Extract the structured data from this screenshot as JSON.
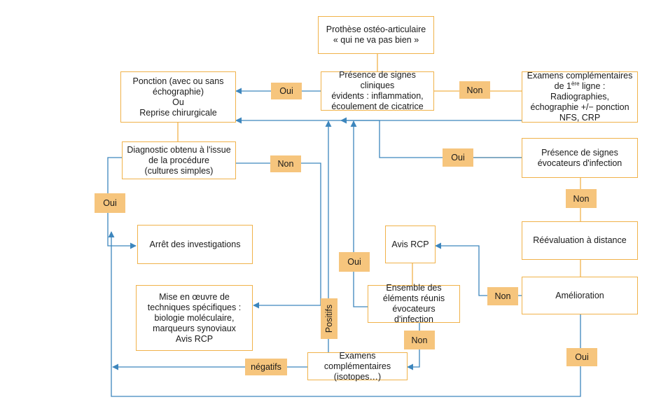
{
  "nodes": {
    "prothese": {
      "lines": [
        "Prothèse ostéo-articulaire",
        "« qui ne va pas bien »"
      ]
    },
    "signes_cliniques": {
      "lines": [
        "Présence de signes cliniques",
        "évidents : inflammation,",
        "écoulement de cicatrice"
      ]
    },
    "ponction": {
      "lines": [
        "Ponction (avec ou sans",
        "échographie)",
        "Ou",
        "Reprise chirurgicale"
      ]
    },
    "examens_1": {
      "line1_pre": "Examens complémentaires",
      "line2_pre": "de 1",
      "line2_sup": "ère",
      "line2_post": " ligne : Radiographies,",
      "line3": "échographie +/− ponction",
      "line4": "NFS, CRP"
    },
    "diagnostic": {
      "lines": [
        "Diagnostic obtenu à l'issue",
        "de la procédure",
        "(cultures simples)"
      ]
    },
    "signes_infection": {
      "lines": [
        "Présence de signes",
        "évocateurs d'infection"
      ]
    },
    "arret": {
      "lines": [
        "Arrêt des investigations"
      ]
    },
    "avis_rcp": {
      "lines": [
        "Avis RCP"
      ]
    },
    "reevaluation": {
      "lines": [
        "Réévaluation à distance"
      ]
    },
    "mise_en_oeuvre": {
      "lines": [
        "Mise en œuvre de",
        "techniques spécifiques :",
        "biologie moléculaire,",
        "marqueurs synoviaux",
        "Avis RCP"
      ]
    },
    "ensemble": {
      "lines": [
        "Ensemble des",
        "éléments réunis",
        "évocateurs d'infection"
      ]
    },
    "amelioration": {
      "lines": [
        "Amélioration"
      ]
    },
    "examens_isotopes": {
      "lines": [
        "Examens complémentaires",
        "(isotopes…)"
      ]
    }
  },
  "tags": {
    "oui_clinique": "Oui",
    "non_clinique": "Non",
    "non_diagnostic": "Non",
    "oui_infection": "Oui",
    "oui_diagnostic": "Oui",
    "non_infection": "Non",
    "oui_ensemble": "Oui",
    "positifs": "Positifs",
    "non_amelioration": "Non",
    "non_ensemble": "Non",
    "oui_amelioration": "Oui",
    "negatifs": "négatifs"
  },
  "colors": {
    "box_border": "#f0b24a",
    "tag_fill": "#f6c57d",
    "arrow": "#3d86bd"
  }
}
